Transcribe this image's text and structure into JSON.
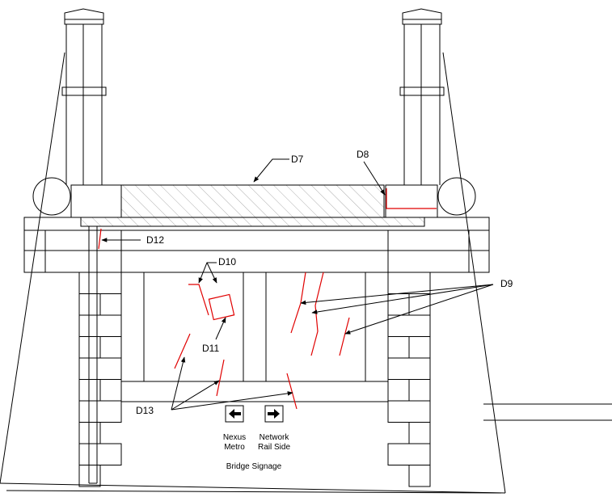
{
  "labels": {
    "d7": "D7",
    "d8": "D8",
    "d9": "D9",
    "d10": "D10",
    "d11": "D11",
    "d12": "D12",
    "d13": "D13"
  },
  "signage": {
    "left": {
      "line1": "Nexus",
      "line2": "Metro",
      "arrow_icon": "arrow-left-icon"
    },
    "right": {
      "line1": "Network",
      "line2": "Rail Side",
      "arrow_icon": "arrow-right-icon"
    },
    "caption": "Bridge Signage"
  },
  "colors": {
    "line": "#000000",
    "defect": "#e00000"
  }
}
